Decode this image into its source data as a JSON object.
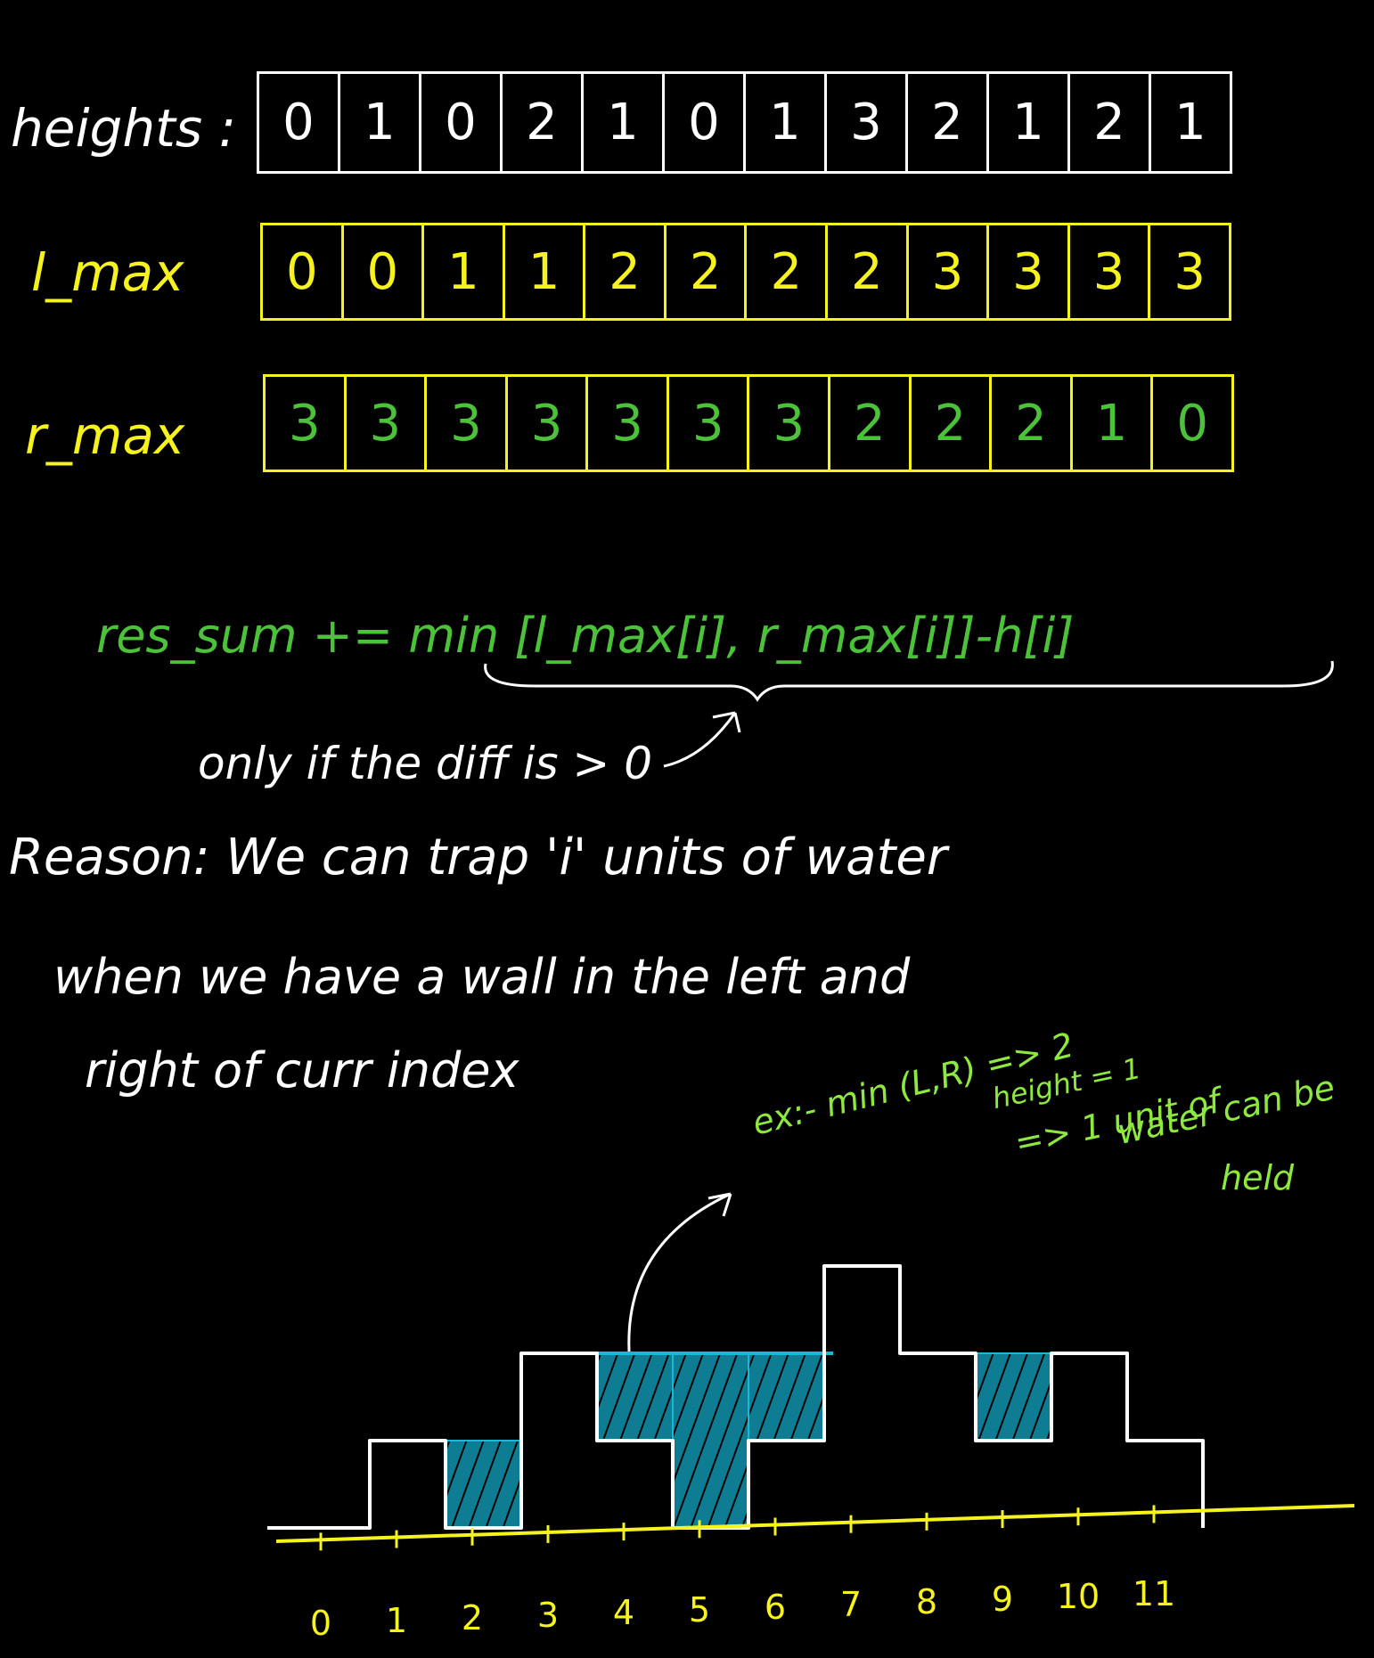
{
  "colors": {
    "background": "#000000",
    "white": "#ffffff",
    "yellow": "#f5f21e",
    "green": "#4cc23a",
    "lime": "#8ee93f",
    "cyan": "#19b8d6"
  },
  "arrays": [
    {
      "label": "heights :",
      "values": [
        "0",
        "1",
        "0",
        "2",
        "1",
        "0",
        "1",
        "3",
        "2",
        "1",
        "2",
        "1"
      ]
    },
    {
      "label": "l_max",
      "values": [
        "0",
        "0",
        "1",
        "1",
        "2",
        "2",
        "2",
        "2",
        "3",
        "3",
        "3",
        "3"
      ]
    },
    {
      "label": "r_max",
      "values": [
        "3",
        "3",
        "3",
        "3",
        "3",
        "3",
        "3",
        "2",
        "2",
        "2",
        "1",
        "0"
      ]
    }
  ],
  "formula": "res_sum += min [l_max[i], r_max[i]]-h[i]",
  "condition": "only if the diff   is   > 0",
  "reason": [
    "Reason: We can trap 'i' units of water",
    "when we have a wall in the left and",
    "right of curr index"
  ],
  "example": {
    "lead": "ex:- min (L,R) => 2",
    "lines": [
      "height = 1",
      "=> 1 unit of",
      "water can be",
      "held"
    ]
  },
  "chart_data": {
    "type": "bar",
    "categories": [
      "0",
      "1",
      "2",
      "3",
      "4",
      "5",
      "6",
      "7",
      "8",
      "9",
      "10",
      "11"
    ],
    "heights": [
      0,
      1,
      0,
      2,
      1,
      0,
      1,
      3,
      2,
      1,
      2,
      1
    ],
    "water": [
      0,
      0,
      1,
      0,
      1,
      2,
      1,
      0,
      0,
      1,
      0,
      0
    ],
    "ylim": [
      0,
      3
    ]
  }
}
